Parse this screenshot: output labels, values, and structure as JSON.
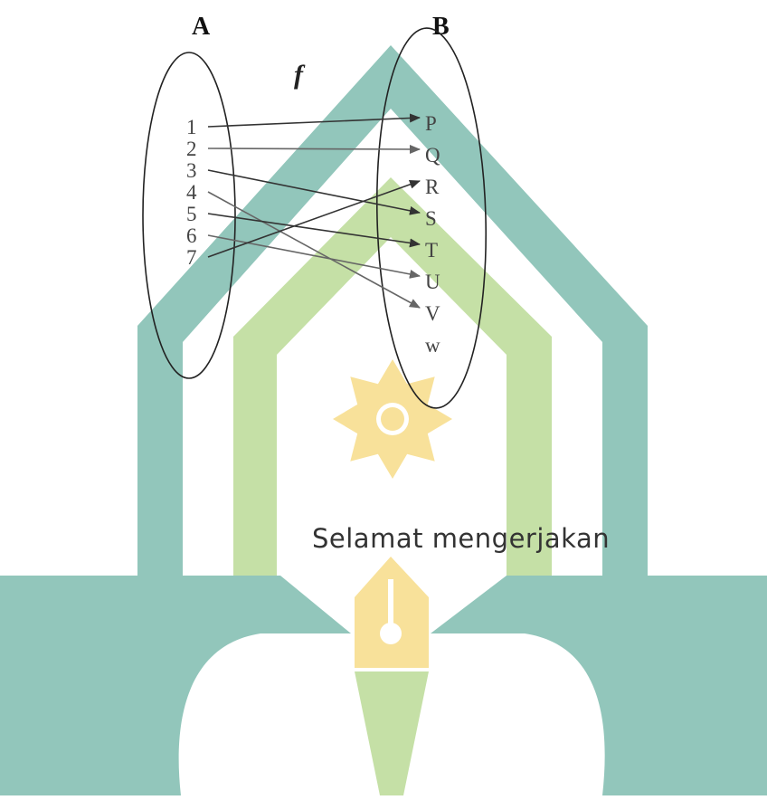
{
  "diagram": {
    "set_a": {
      "title": "A",
      "elements": [
        "1",
        "2",
        "3",
        "4",
        "5",
        "6",
        "7"
      ]
    },
    "set_b": {
      "title": "B",
      "elements": [
        "P",
        "Q",
        "R",
        "S",
        "T",
        "U",
        "V",
        "W"
      ]
    },
    "function_label": "f",
    "mappings": [
      {
        "from": "1",
        "to": "P"
      },
      {
        "from": "2",
        "to": "Q"
      },
      {
        "from": "3",
        "to": "S"
      },
      {
        "from": "4",
        "to": "V"
      },
      {
        "from": "5",
        "to": "T"
      },
      {
        "from": "6",
        "to": "U"
      },
      {
        "from": "7",
        "to": "R"
      }
    ],
    "caption": "Selamat mengerjakan"
  },
  "watermark": {
    "colors": {
      "teal": "#92c6bb",
      "light_green": "#c5e0a6",
      "gold": "#f8e19a",
      "line_dark": "#333333",
      "line_gray": "#666666"
    }
  }
}
